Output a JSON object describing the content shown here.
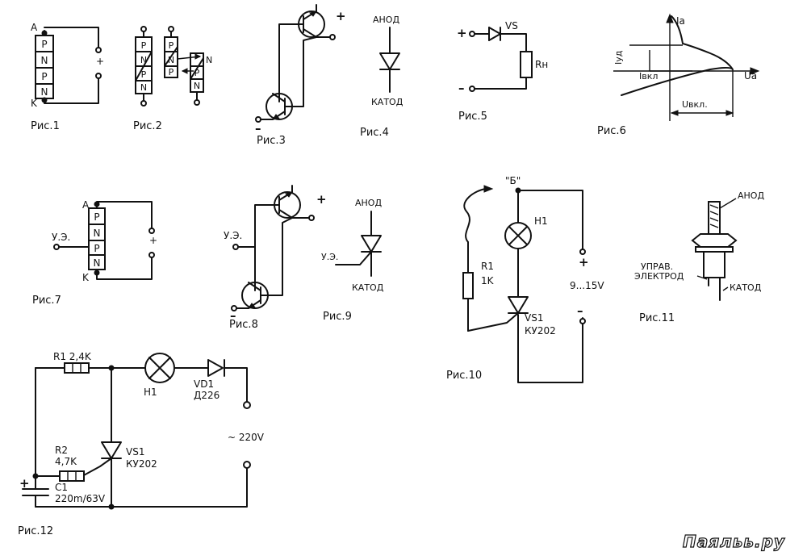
{
  "captions": {
    "fig1": "Рис.1",
    "fig2": "Рис.2",
    "fig3": "Рис.3",
    "fig4": "Рис.4",
    "fig5": "Рис.5",
    "fig6": "Рис.6",
    "fig7": "Рис.7",
    "fig8": "Рис.8",
    "fig9": "Рис.9",
    "fig10": "Рис.10",
    "fig11": "Рис.11",
    "fig12": "Рис.12"
  },
  "layers": {
    "p": "P",
    "n": "N"
  },
  "terminals": {
    "a": "A",
    "k": "K",
    "plus": "+",
    "minus": "–",
    "ue": "У.Э."
  },
  "fig4": {
    "anode": "АНОД",
    "cathode": "КАТОД"
  },
  "fig5": {
    "vs": "VS",
    "rn": "Rн"
  },
  "fig6": {
    "ia": "Ia",
    "ua": "Ua",
    "iud": "Iуд",
    "ivkl": "Iвкл",
    "uvkl": "Uвкл."
  },
  "fig9": {
    "anode": "АНОД",
    "cathode": "КАТОД",
    "ue": "У.Э."
  },
  "fig10": {
    "b": "\"Б\"",
    "h1": "H1",
    "r1": "R1",
    "r1v": "1K",
    "vs1": "VS1",
    "ku": "КУ202",
    "volt": "9...15V"
  },
  "fig11": {
    "anode": "АНОД",
    "ctrl1": "УПРАВ.",
    "ctrl2": "ЭЛЕКТРОД",
    "cathode": "КАТОД"
  },
  "fig12": {
    "r1": "R1 2,4K",
    "h1": "H1",
    "vd1": "VD1",
    "d226": "Д226",
    "volt": "~ 220V",
    "r2": "R2",
    "r2v": "4,7K",
    "vs1": "VS1",
    "ku": "КУ202",
    "c1": "C1",
    "c1v": "220m/63V"
  },
  "watermark": "Паяльь.ру"
}
